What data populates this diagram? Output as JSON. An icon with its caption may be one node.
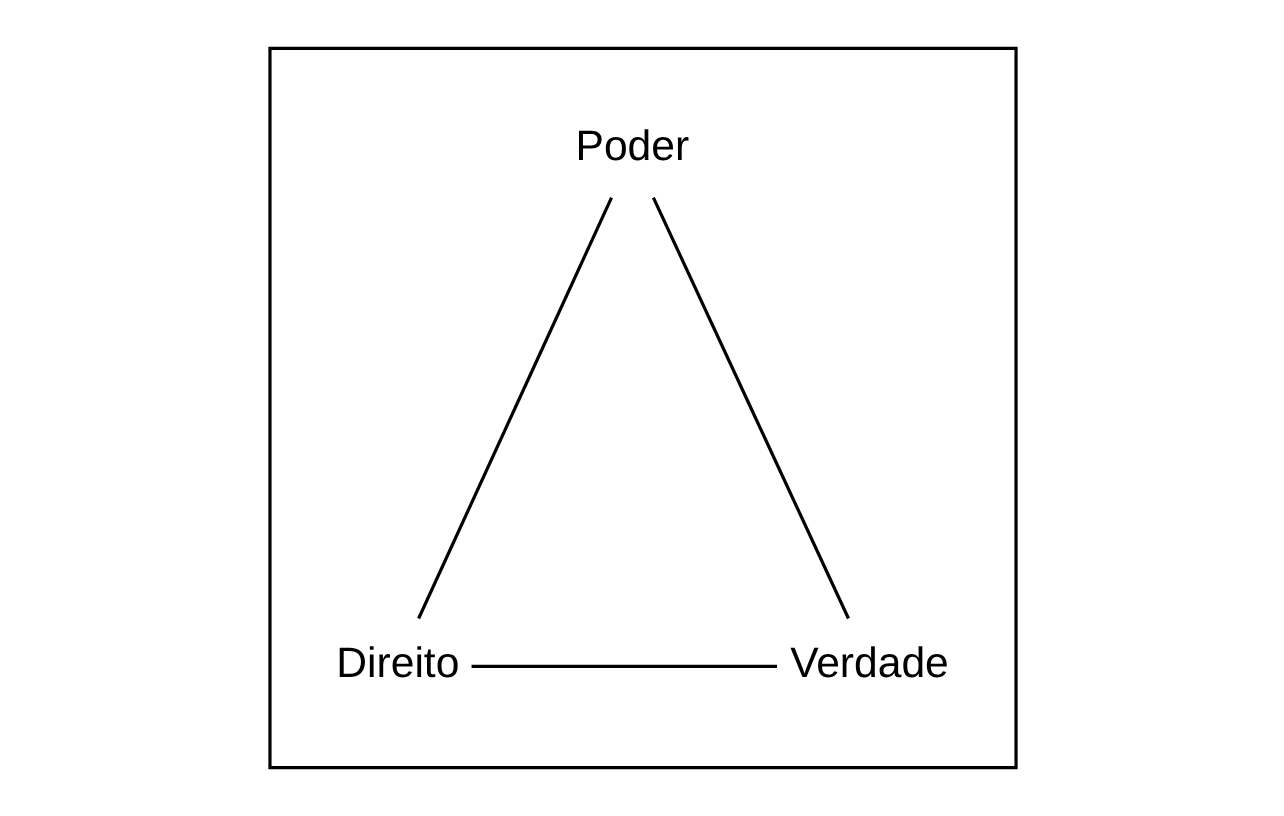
{
  "diagram": {
    "nodes": [
      {
        "text": [],
        "shape": "box"
      },
      {
        "text": [
          "Poder"
        ],
        "in": 0
      },
      {
        "text": [
          "Direito"
        ],
        "in": 0
      },
      {
        "text": [
          "Verdade"
        ],
        "in": 0
      }
    ],
    "edges": [
      {
        "from": 1,
        "to": 2,
        "arrow": "none"
      },
      {
        "from": 2,
        "to": 3,
        "arrow": "none"
      },
      {
        "from": 3,
        "to": 1,
        "arrow": "none"
      }
    ]
  }
}
